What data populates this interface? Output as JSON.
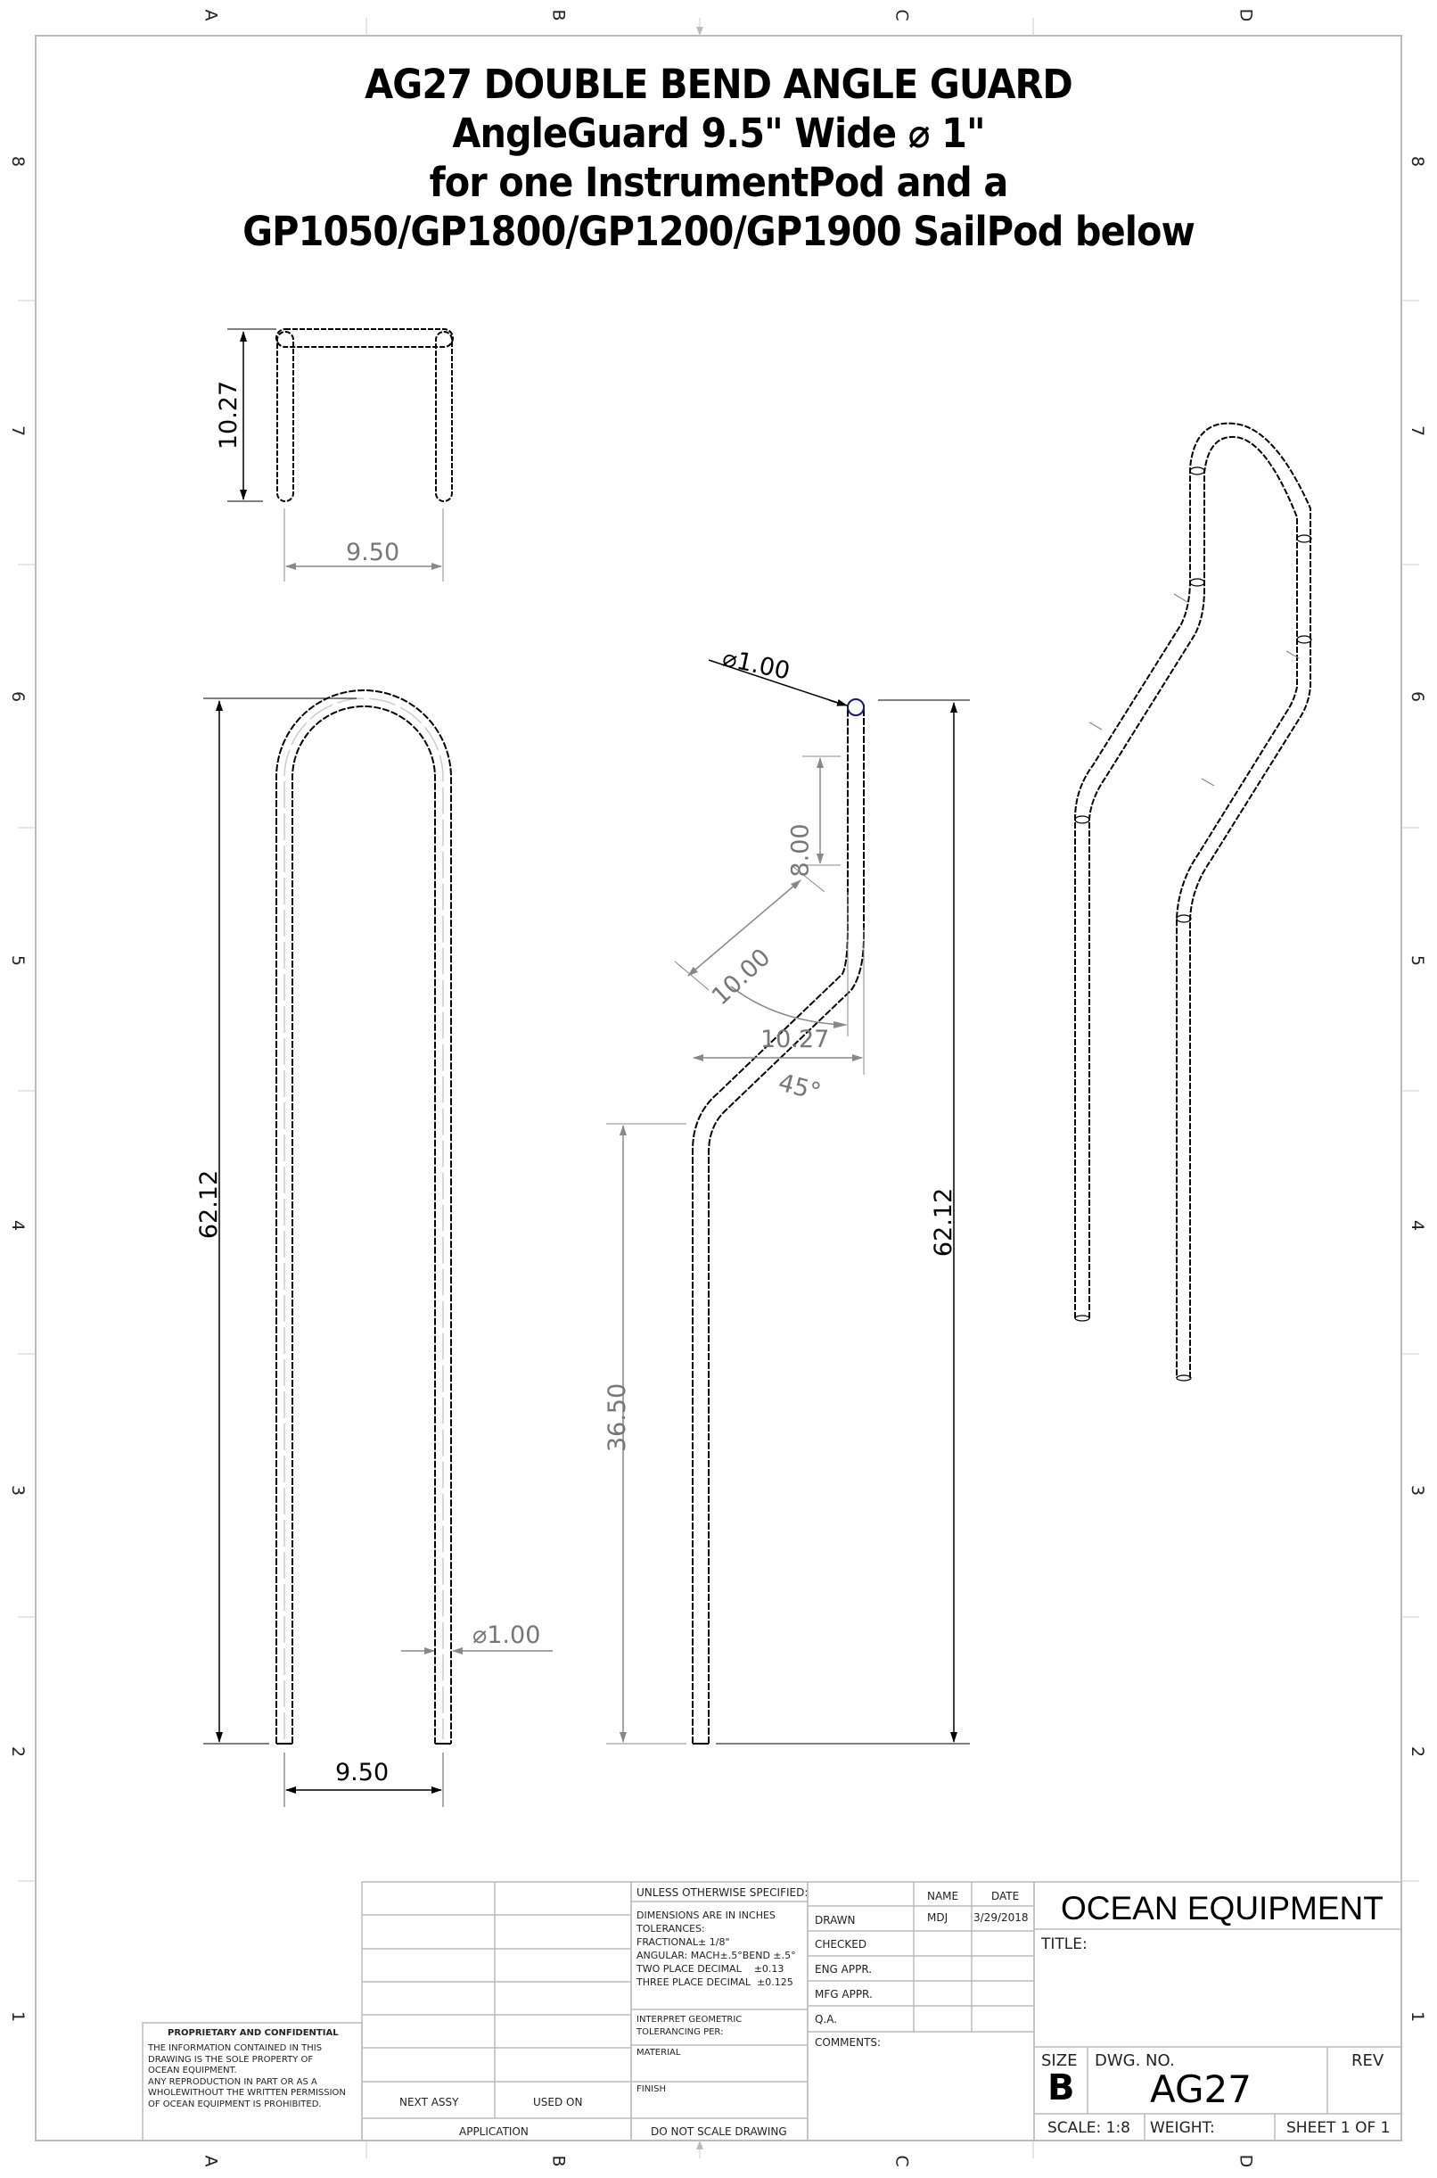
{
  "title": {
    "line1": "AG27 DOUBLE BEND ANGLE GUARD",
    "line2": "AngleGuard 9.5\" Wide ⌀ 1\"",
    "line3": "for one InstrumentPod and a",
    "line4": "GP1050/GP1800/GP1200/GP1900 SailPod below"
  },
  "zones": {
    "columns": [
      "A",
      "B",
      "C",
      "D"
    ],
    "rows": [
      "8",
      "7",
      "6",
      "5",
      "4",
      "3",
      "2",
      "1"
    ]
  },
  "views": {
    "top_view": {
      "height_dim": "10.27",
      "width_dim": "9.50"
    },
    "front_view": {
      "height_dim": "62.12",
      "width_dim": "9.50",
      "diameter_dim": "⌀1.00"
    },
    "side_view": {
      "diameter_dim": "⌀1.00",
      "top_straight_dim": "8.00",
      "angled_dim": "10.00",
      "angle_dim": "45°",
      "offset_dim": "10.27",
      "lower_straight_dim": "36.50",
      "height_dim": "62.12"
    },
    "isometric_view": {}
  },
  "title_block": {
    "company": "OCEAN EQUIPMENT",
    "title_label": "TITLE:",
    "size_label": "SIZE",
    "size_value": "B",
    "dwg_no_label": "DWG.  NO.",
    "dwg_no_value": "AG27",
    "rev_label": "REV",
    "scale": "SCALE: 1:8",
    "weight": "WEIGHT:",
    "sheet": "SHEET 1 OF 1",
    "name_header": "NAME",
    "date_header": "DATE",
    "rows": [
      {
        "label": "DRAWN",
        "name": "MDJ",
        "date": "3/29/2018"
      },
      {
        "label": "CHECKED",
        "name": "",
        "date": ""
      },
      {
        "label": "ENG APPR.",
        "name": "",
        "date": ""
      },
      {
        "label": "MFG APPR.",
        "name": "",
        "date": ""
      },
      {
        "label": "Q.A.",
        "name": "",
        "date": ""
      }
    ],
    "comments": "COMMENTS:",
    "unless": "UNLESS OTHERWISE SPECIFIED:",
    "tolerances": [
      "DIMENSIONS ARE IN INCHES",
      "TOLERANCES:",
      "FRACTIONAL± 1/8\"",
      "ANGULAR: MACH±.5°BEND ±.5°",
      "TWO PLACE DECIMAL    ±0.13",
      "THREE PLACE DECIMAL  ±0.125"
    ],
    "interpret": [
      "INTERPRET GEOMETRIC",
      "TOLERANCING PER:"
    ],
    "material": "MATERIAL",
    "finish": "FINISH",
    "do_not_scale": "DO NOT SCALE DRAWING",
    "next_assy": "NEXT ASSY",
    "used_on": "USED ON",
    "application": "APPLICATION",
    "proprietary_title": "PROPRIETARY AND CONFIDENTIAL",
    "proprietary_lines": [
      "THE INFORMATION CONTAINED IN THIS",
      "DRAWING IS THE SOLE PROPERTY OF",
      "OCEAN EQUIPMENT.",
      "ANY REPRODUCTION IN PART OR AS A",
      "WHOLEWITHOUT THE WRITTEN PERMISSION",
      "OF OCEAN EQUIPMENT IS PROHIBITED."
    ]
  },
  "colors": {
    "line": "#000000",
    "dimension": "#888888",
    "border": "#bbbbbb",
    "highlight_circle": "#1a1a6e"
  }
}
